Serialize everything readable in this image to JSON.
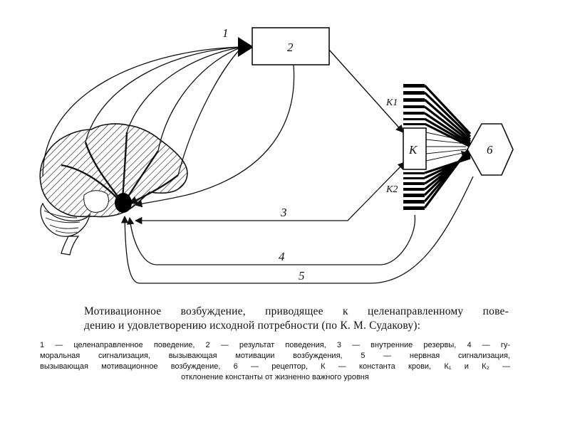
{
  "labels": {
    "path_1": "1",
    "block_2": "2",
    "path_3": "3",
    "path_4": "4",
    "path_5": "5",
    "blood_constant": "К",
    "deviation_1": "K1",
    "deviation_2": "K2",
    "receptor": "6"
  },
  "caption": {
    "title_line1": "Мотивационное возбуждение, приводящее к целенаправленному пове-",
    "title_line2": "дению и удовлетворению исходной потребности (по К. М. Судакову):",
    "legend_line1": "1 — целенаправленное поведение, 2 — результат поведения, 3 — внутренние резервы, 4 — гу-",
    "legend_line2": "моральная сигнализация, вызывающая мотивации возбуждения, 5 — нервная сигнализация,",
    "legend_line3": "вызывающая мотивационное возбуждение, 6 — рецептор, К — константа крови, К₁ и К₂ —",
    "legend_line4": "отклонение константы от жизненно важного уровня"
  }
}
